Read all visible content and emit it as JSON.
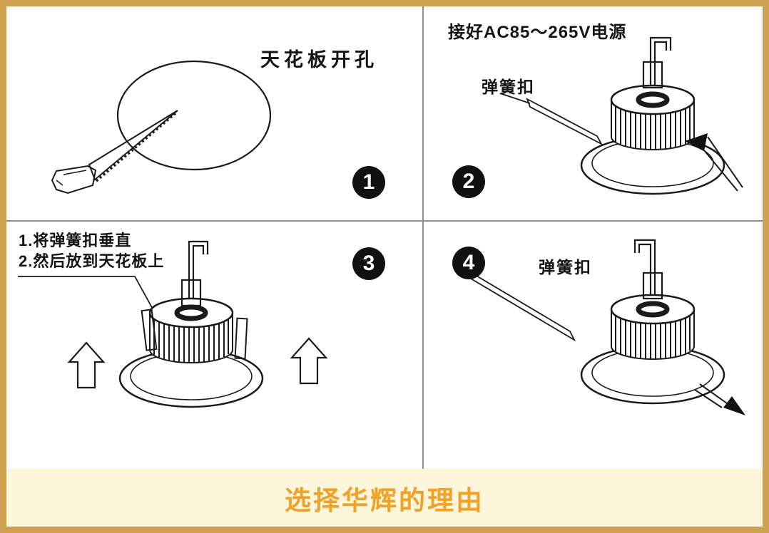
{
  "page": {
    "footer_heading": "选择华辉的理由"
  },
  "steps": [
    {
      "number": "1",
      "caption": "天花板开孔"
    },
    {
      "number": "2",
      "caption": "接好AC85～265V电源",
      "callout": "弹簧扣"
    },
    {
      "number": "3",
      "caption_line1": "1.将弹簧扣垂直",
      "caption_line2": "2.然后放到天花板上"
    },
    {
      "number": "4",
      "callout": "弹簧扣"
    }
  ],
  "colors": {
    "frame_border": "#cfa050",
    "canvas_bg": "#ffffff",
    "footer_bg": "#fdf6da",
    "heading_text": "#f0a228",
    "badge_bg": "#111111",
    "badge_text": "#ffffff",
    "divider": "#8f8f8f",
    "line_art": "#1a1a1a"
  }
}
